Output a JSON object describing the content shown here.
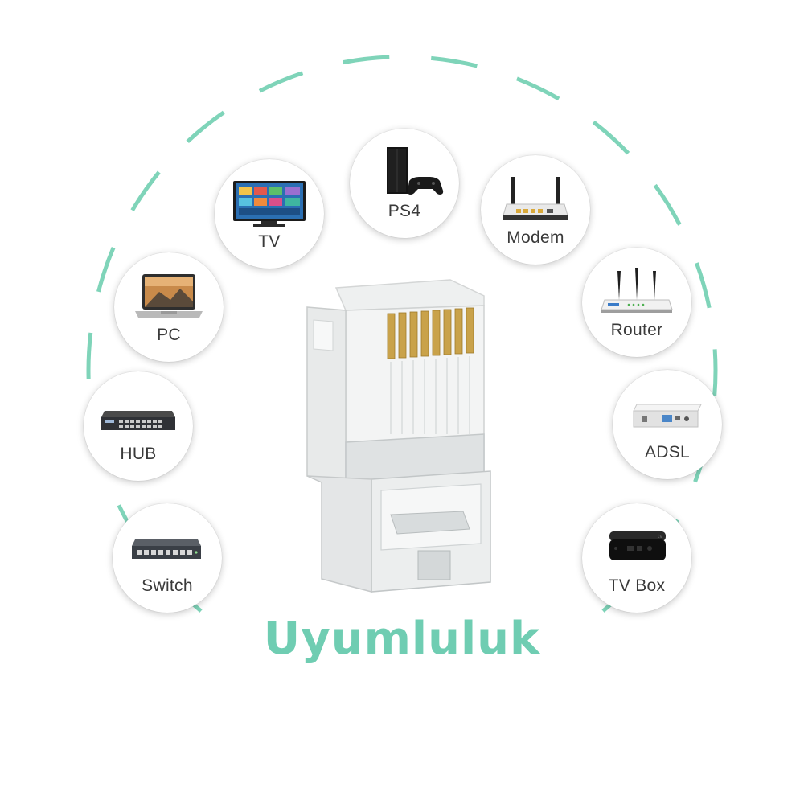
{
  "headline": "Uyumluluk",
  "accent_color": "#6fcdb2",
  "product": {
    "icon": "rj45-shielded-connector-icon"
  },
  "devices": {
    "ps4": {
      "label": "PS4",
      "icon": "game-console-icon"
    },
    "tv": {
      "label": "TV",
      "icon": "television-icon"
    },
    "modem": {
      "label": "Modem",
      "icon": "modem-icon"
    },
    "pc": {
      "label": "PC",
      "icon": "laptop-icon"
    },
    "router": {
      "label": "Router",
      "icon": "router-icon"
    },
    "hub": {
      "label": "HUB",
      "icon": "network-hub-icon"
    },
    "adsl": {
      "label": "ADSL",
      "icon": "adsl-box-icon"
    },
    "switch": {
      "label": "Switch",
      "icon": "network-switch-icon"
    },
    "tvbox": {
      "label": "TV Box",
      "icon": "tv-box-icon"
    }
  }
}
